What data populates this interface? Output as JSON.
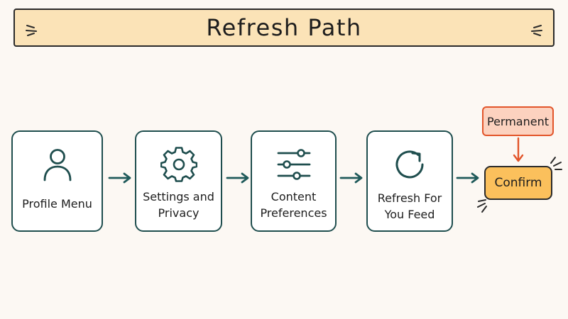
{
  "title": "Refresh Path",
  "steps": [
    {
      "label": "Profile Menu",
      "icon": "user-icon"
    },
    {
      "label": "Settings and\nPrivacy",
      "icon": "gear-icon"
    },
    {
      "label": "Content\nPreferences",
      "icon": "sliders-icon"
    },
    {
      "label": "Refresh For\nYou Feed",
      "icon": "refresh-icon"
    }
  ],
  "confirm": {
    "label": "Confirm"
  },
  "note": {
    "label": "Permanent"
  },
  "colors": {
    "background": "#fcf8f3",
    "banner": "#fbe3b7",
    "card_border": "#1f4e4e",
    "arrow": "#1f5a5a",
    "confirm_fill": "#fbc05c",
    "note_fill": "#fcd2bf",
    "note_border": "#e2552a"
  }
}
